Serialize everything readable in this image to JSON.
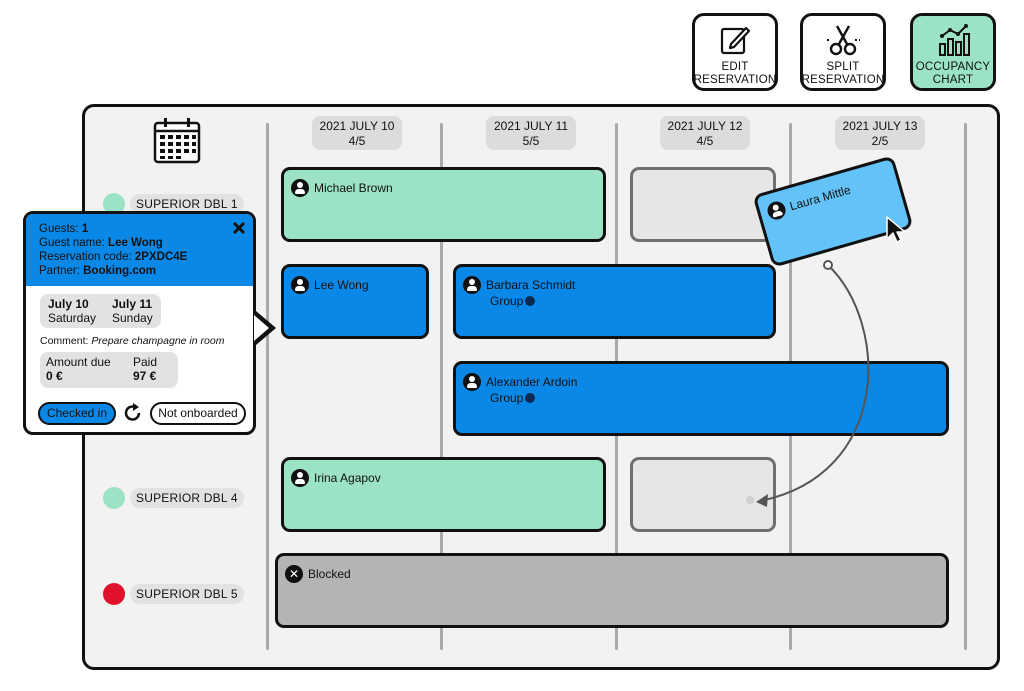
{
  "toolbar": {
    "edit_line1": "EDIT",
    "edit_line2": "RESERVATION",
    "split_line1": "SPLIT",
    "split_line2": "RESERVATION",
    "chart_line1": "OCCUPANCY",
    "chart_line2": "CHART",
    "icons": [
      "edit-icon",
      "scissors-icon",
      "chart-icon"
    ],
    "active_color": "#9be3c4"
  },
  "calendar": {
    "icon": "calendar-icon",
    "dates": [
      {
        "label": "2021 JULY 10",
        "occupancy": "4/5"
      },
      {
        "label": "2021 JULY 11",
        "occupancy": "5/5"
      },
      {
        "label": "2021 JULY 12",
        "occupancy": "4/5"
      },
      {
        "label": "2021 JULY 13",
        "occupancy": "2/5"
      }
    ]
  },
  "rooms": [
    {
      "name": "SUPERIOR DBL 1",
      "status_color": "#9be3c4"
    },
    {
      "name": "SUPERIOR DBL 4",
      "status_color": "#9be3c4"
    },
    {
      "name": "SUPERIOR DBL 5",
      "status_color": "#e0112b"
    }
  ],
  "reservations": {
    "michael": {
      "guest": "Michael Brown"
    },
    "laura": {
      "guest": "Laura Mittle"
    },
    "lee": {
      "guest": "Lee Wong"
    },
    "barbara": {
      "guest": "Barbara Schmidt",
      "group": "Group"
    },
    "alexander": {
      "guest": "Alexander Ardoin",
      "group": "Group"
    },
    "irina": {
      "guest": "Irina Agapov"
    },
    "blocked": {
      "label": "Blocked"
    }
  },
  "colors": {
    "checked_in": "#0a88e8",
    "green": "#9be3c4",
    "dragging": "#63c3f8",
    "blocked": "#b4b4b4"
  },
  "popup": {
    "guests_label": "Guests:",
    "guests_value": "1",
    "guest_name_label": "Guest name:",
    "guest_name_value": "Lee Wong",
    "code_label": "Reservation code:",
    "code_value": "2PXDC4E",
    "partner_label": "Partner:",
    "partner_value": "Booking.com",
    "checkin_date": "July 10",
    "checkin_day": "Saturday",
    "checkout_date": "July 11",
    "checkout_day": "Sunday",
    "comment_label": "Comment:",
    "comment_value": "Prepare champagne in room",
    "amount_due_label": "Amount due",
    "amount_due_value": "0 €",
    "paid_label": "Paid",
    "paid_value": "97 €",
    "checked_in_button": "Checked in",
    "not_onboarded_button": "Not onboarded"
  }
}
